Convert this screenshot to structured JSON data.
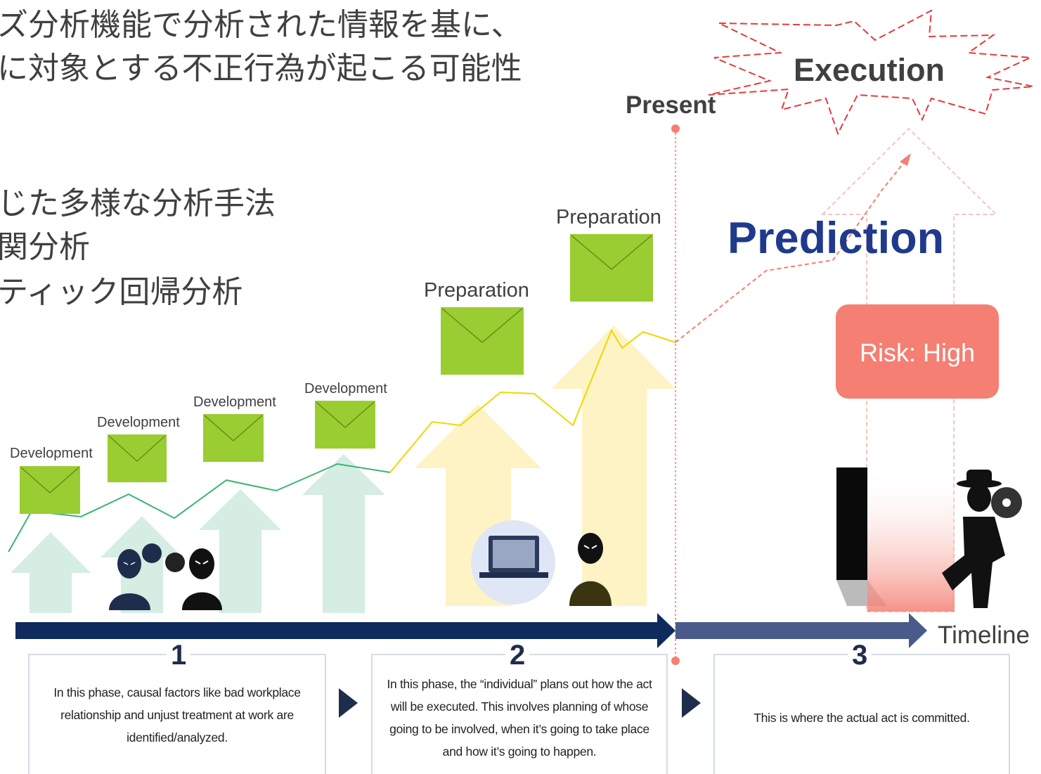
{
  "jp_lines": [
    "ズ分析機能で分析された情報を基に、",
    "に対象とする不正行為が起こる可能性",
    "じた多様な分析手法",
    "関分析",
    "ティック回帰分析"
  ],
  "stages": {
    "development": [
      "Development",
      "Development",
      "Development",
      "Development"
    ],
    "preparation": [
      "Preparation",
      "Preparation"
    ]
  },
  "labels": {
    "present": "Present",
    "execution": "Execution",
    "prediction": "Prediction",
    "risk": "Risk: High",
    "timeline": "Timeline"
  },
  "phases": [
    {
      "num": "1",
      "text": "In this phase, causal factors like bad workplace relationship and unjust treatment at work are identified/analyzed."
    },
    {
      "num": "2",
      "text": "In this phase, the “individual” plans out how the act will be executed. This involves planning of whose going to be involved, when it’s going to take place and how it’s going to happen."
    },
    {
      "num": "3",
      "text": "This is where the actual act is committed."
    }
  ],
  "colors": {
    "navy": "#0f2a5c",
    "prediction_blue": "#1f3a8c",
    "risk_red": "#f47f72",
    "envelope_green": "#9acd32",
    "green_arrow": "#d5ede2",
    "yellow_arrow": "#fdf3c4",
    "execution_red": "#e33b3b"
  },
  "icons": [
    "worried-person-icon",
    "speech-bubble-icon",
    "angry-person-icon",
    "laptop-lock-icon",
    "hooded-thief-icon",
    "door-icon"
  ]
}
